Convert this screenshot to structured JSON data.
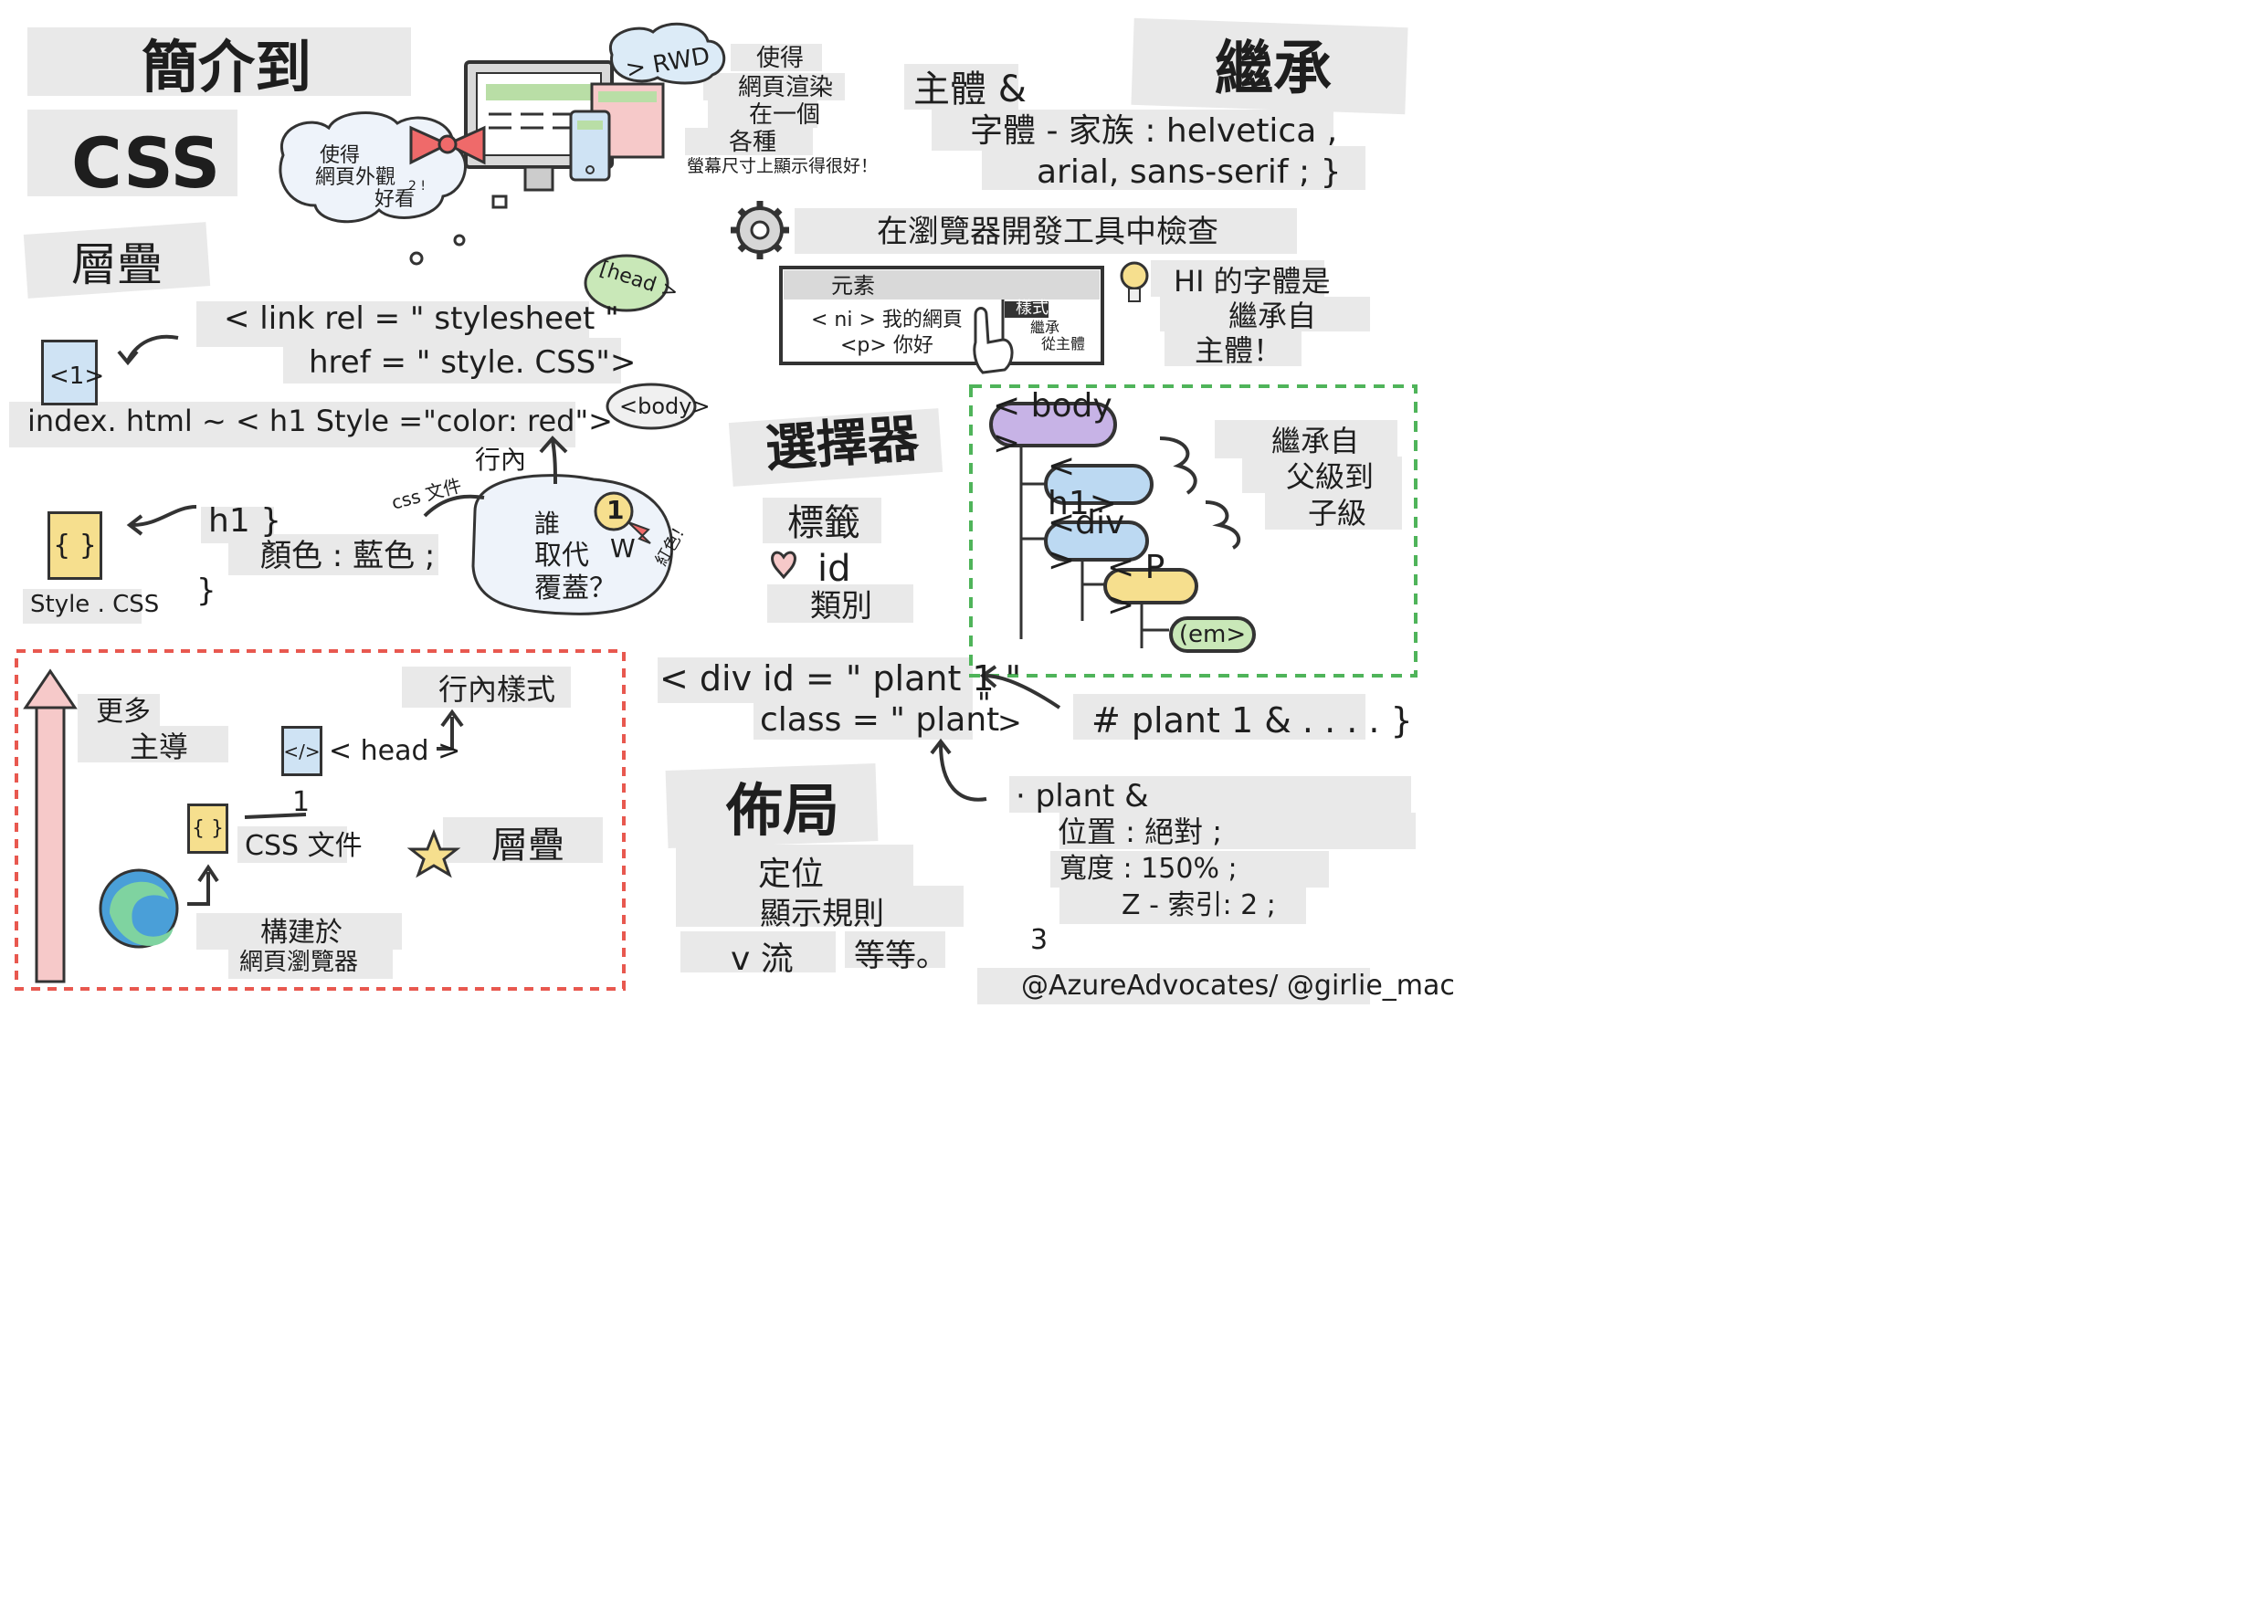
{
  "title": {
    "line1": "簡介到",
    "line2": "CSS"
  },
  "cascade": {
    "heading": "層疊",
    "link_line1": "< link rel = \" stylesheet \"",
    "link_line2": "href = \" style. CSS\">",
    "inline_line": "index. html ~ < h1 Style =\"color: red\">",
    "head_bubble": "[head >",
    "body_bubble": "<body>",
    "h1_file": "<1>",
    "inline_label": "行內",
    "css_file_label": "css 文件",
    "rule_open": "h1 }",
    "rule_body": "顏色 : 藍色 ;",
    "rule_close": "}",
    "style_file": "Style . CSS",
    "question": [
      "誰",
      "取代",
      "覆蓋？"
    ],
    "w_label": "W",
    "red_label": "紅色！",
    "medal_number": "1"
  },
  "intro": {
    "cloud": [
      "使得",
      "網頁外觀",
      "好看"
    ],
    "cloud_sup": "2 !",
    "rwd_label": "> RWD",
    "rwd_text": [
      "使得",
      "網頁渲染",
      "在一個",
      "各種",
      "螢幕尺寸上顯示得很好！"
    ]
  },
  "inheritance": {
    "heading": "繼承",
    "body_line1": "主體 &",
    "body_line2": "字體 - 家族 : helvetica ,",
    "body_line3": "arial, sans-serif ; }",
    "devtools": "在瀏覽器開發工具中檢查",
    "panel_elements": "元素",
    "panel_line1": "< ni > 我的網頁",
    "panel_line2": "<p> 你好",
    "panel_tab": "樣式",
    "panel_inherit1": "繼承",
    "panel_inherit2": "從主體",
    "hint": [
      "HI 的字體是",
      "繼承自",
      "主體！"
    ],
    "tree": [
      "< body >",
      "< h1>",
      "<div >",
      "< P >",
      "(em>"
    ],
    "tree_note": [
      "繼承自",
      "父級到",
      "子級"
    ]
  },
  "selectors": {
    "heading": "選擇器",
    "items": [
      "標籤",
      "id",
      "類別"
    ],
    "div_line1": "< div id = \" plant 1 \"",
    "div_line2": "class = \" plant",
    "div_quote": "\"",
    "div_close": ">",
    "id_rule": "# plant 1 & . . . . }"
  },
  "layout": {
    "heading": "佈局",
    "items": [
      "定位",
      "顯示規則",
      "v 流",
      "等等。"
    ],
    "rule_line1": "· plant &",
    "rule_line2": "位置 : 絕對 ;",
    "rule_line3": "寬度 : 150% ;",
    "rule_line4": "Z - 索引: 2 ;",
    "rule_line5": "3"
  },
  "priority": {
    "more": "更多",
    "dominant": "主導",
    "inline_style": "行內樣式",
    "head": "< head >",
    "one": "1",
    "css_file": "CSS 文件",
    "cascade": "層疊",
    "built_in": "構建於",
    "browser": "網頁瀏覽器"
  },
  "credit": "@AzureAdvocates/ @girlie_mac",
  "colors": {
    "red_dash": "#e8584f",
    "green_dash": "#4fb45a",
    "purple": "#c7b3e6",
    "blue": "#bcd9f2",
    "yellow": "#f6df8e",
    "green": "#c9e8b8"
  }
}
